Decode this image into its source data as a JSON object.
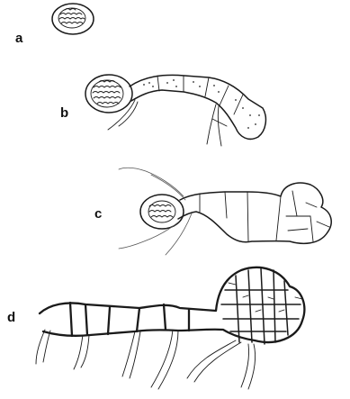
{
  "figure": {
    "panels": [
      {
        "label": "a"
      },
      {
        "label": "b"
      },
      {
        "label": "c"
      },
      {
        "label": "d"
      }
    ],
    "ink_color": "#1a1a1a",
    "background": "#ffffff"
  }
}
